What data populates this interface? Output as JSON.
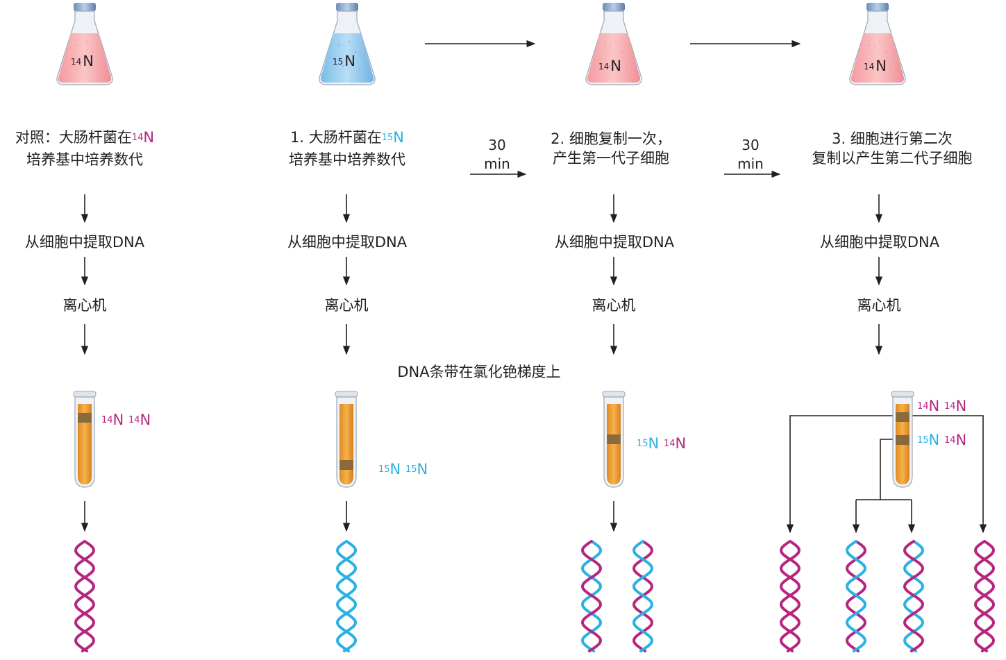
{
  "flasks": [
    {
      "mass": "14",
      "symbol": "N",
      "medium": "pink"
    },
    {
      "mass": "15",
      "symbol": "N",
      "medium": "blue"
    },
    {
      "mass": "14",
      "symbol": "N",
      "medium": "pink"
    },
    {
      "mass": "14",
      "symbol": "N",
      "medium": "pink"
    }
  ],
  "columns": [
    {
      "line1_text": "对照：大肠杆菌在",
      "line1_mass": "14",
      "line1_symbol": "N",
      "line2": "培养基中培养数代",
      "extract": "从细胞中提取DNA",
      "centrifuge": "离心机"
    },
    {
      "line1_text": "1. 大肠杆菌在",
      "line1_mass": "15",
      "line1_symbol": "N",
      "line2": "培养基中培养数代",
      "extract": "从细胞中提取DNA",
      "centrifuge": "离心机"
    },
    {
      "line1": "2. 细胞复制一次，",
      "line2": "产生第一代子细胞",
      "extract": "从细胞中提取DNA",
      "centrifuge": "离心机"
    },
    {
      "line1": "3. 细胞进行第二次",
      "line2": "复制以产生第二代子细胞",
      "extract": "从细胞中提取DNA",
      "centrifuge": "离心机"
    }
  ],
  "intervals": [
    {
      "value": "30",
      "unit": "min"
    },
    {
      "value": "30",
      "unit": "min"
    }
  ],
  "gradient_caption": "DNA条带在氯化铯梯度上",
  "band_labels": [
    {
      "m1": "14",
      "s1": "N",
      "m2": "14",
      "s2": "N",
      "tone": "light-light"
    },
    {
      "m1": "15",
      "s1": "N",
      "m2": "15",
      "s2": "N",
      "tone": "heavy-heavy"
    },
    {
      "m1": "15",
      "s1": "N",
      "m2": "14",
      "s2": "N",
      "tone": "hybrid"
    },
    {
      "m1": "14",
      "s1": "N",
      "m2": "14",
      "s2": "N",
      "tone": "light-light"
    },
    {
      "m1": "15",
      "s1": "N",
      "m2": "14",
      "s2": "N",
      "tone": "hybrid"
    }
  ],
  "colors": {
    "n14": "#b5267f",
    "n15": "#2ab1e3",
    "flask_pink": "#f2a3a6",
    "flask_blue": "#8fcbee",
    "tube_liquid": "#f0a237",
    "band": "#8a6a3a"
  }
}
